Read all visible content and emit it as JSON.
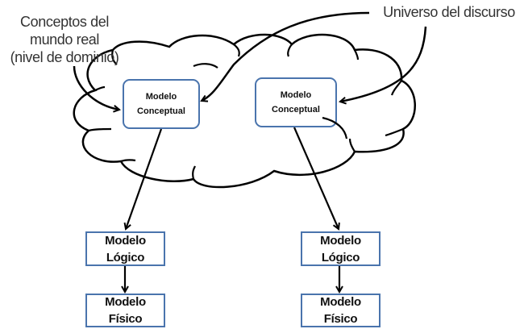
{
  "labels": {
    "left_annotation": [
      "Conceptos del",
      "mundo real",
      "(nivel de dominio)"
    ],
    "right_annotation": "Universo del discurso"
  },
  "left_column": {
    "conceptual": [
      "Modelo",
      "Conceptual"
    ],
    "logical": [
      "Modelo",
      "Lógico"
    ],
    "physical": [
      "Modelo",
      "Físico"
    ]
  },
  "right_column": {
    "conceptual": [
      "Modelo",
      "Conceptual"
    ],
    "logical": [
      "Modelo",
      "Lógico"
    ],
    "physical": [
      "Modelo",
      "Físico"
    ]
  },
  "colors": {
    "box_border": "#4a74ad",
    "stroke": "#000000",
    "text": "#333333"
  }
}
